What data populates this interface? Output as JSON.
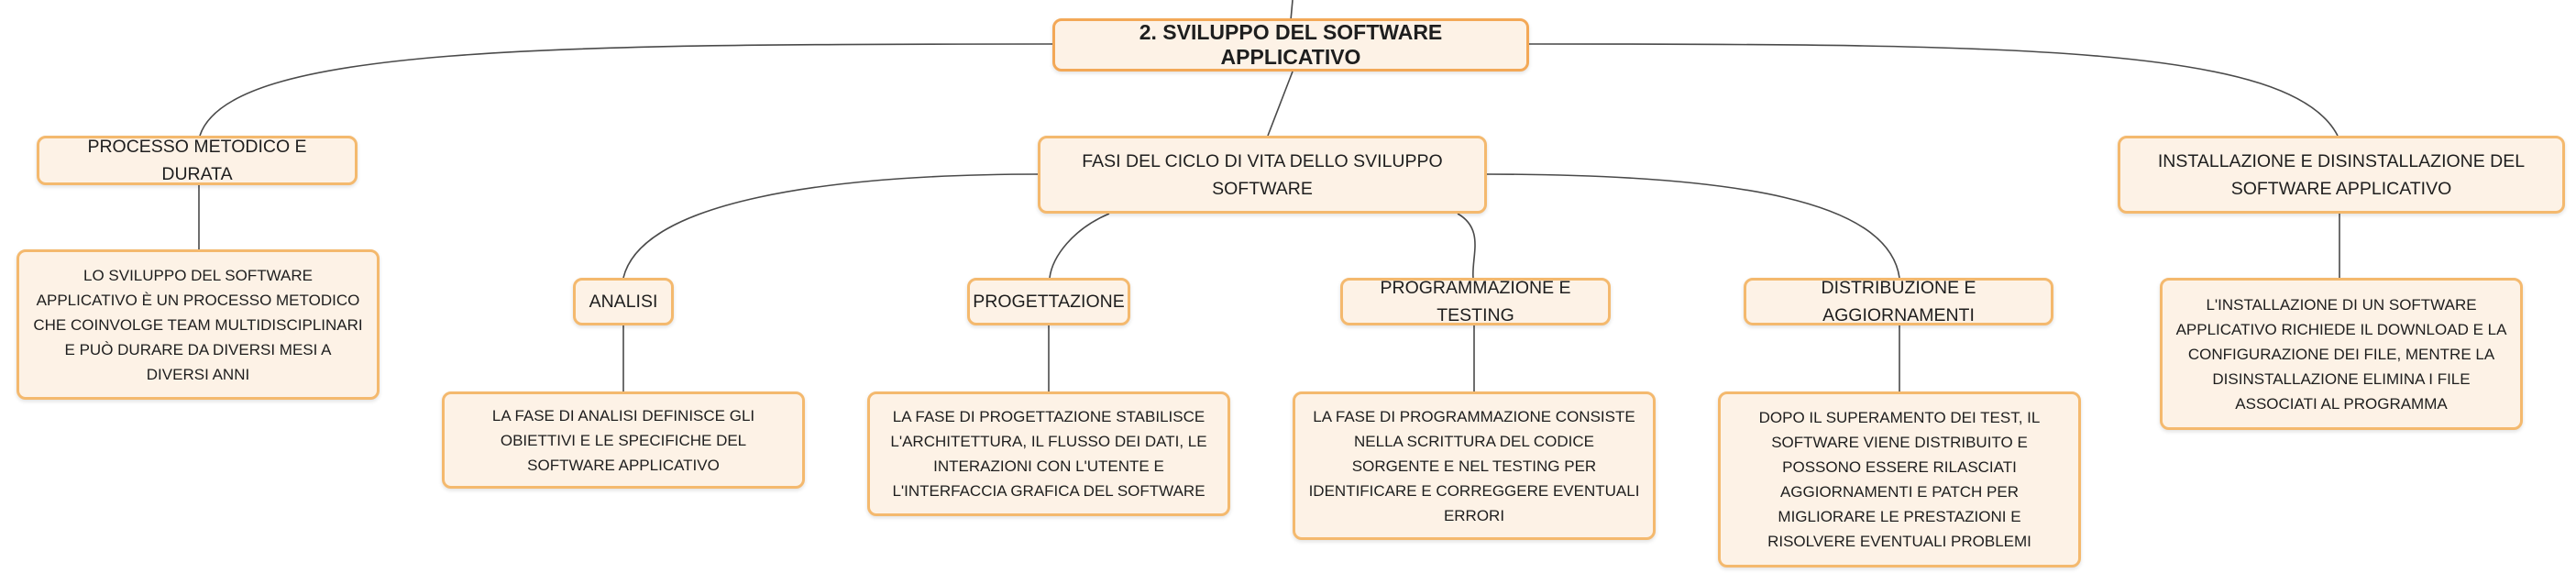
{
  "mindmap": {
    "root": {
      "label": "2. SVILUPPO DEL SOFTWARE APPLICATIVO"
    },
    "branches": [
      {
        "label": "PROCESSO METODICO E DURATA",
        "detail": "LO SVILUPPO DEL SOFTWARE APPLICATIVO È UN PROCESSO METODICO CHE COINVOLGE TEAM MULTIDISCIPLINARI E PUÒ DURARE DA DIVERSI MESI A DIVERSI ANNI"
      },
      {
        "label": "FASI DEL CICLO DI VITA DELLO SVILUPPO SOFTWARE",
        "phases": [
          {
            "label": "ANALISI",
            "detail": "LA FASE DI ANALISI DEFINISCE GLI OBIETTIVI E LE SPECIFICHE DEL SOFTWARE APPLICATIVO"
          },
          {
            "label": "PROGETTAZIONE",
            "detail": "LA FASE DI PROGETTAZIONE STABILISCE L'ARCHITETTURA, IL FLUSSO DEI DATI, LE INTERAZIONI CON L'UTENTE E L'INTERFACCIA GRAFICA DEL SOFTWARE"
          },
          {
            "label": "PROGRAMMAZIONE E TESTING",
            "detail": "LA FASE DI PROGRAMMAZIONE CONSISTE NELLA SCRITTURA DEL CODICE SORGENTE E NEL TESTING PER IDENTIFICARE E CORREGGERE EVENTUALI ERRORI"
          },
          {
            "label": "DISTRIBUZIONE E AGGIORNAMENTI",
            "detail": "DOPO IL SUPERAMENTO DEI TEST, IL SOFTWARE VIENE DISTRIBUITO E POSSONO ESSERE RILASCIATI AGGIORNAMENTI E PATCH PER MIGLIORARE LE PRESTAZIONI E RISOLVERE EVENTUALI PROBLEMI"
          }
        ]
      },
      {
        "label": "INSTALLAZIONE E DISINSTALLAZIONE DEL SOFTWARE APPLICATIVO",
        "detail": "L'INSTALLAZIONE DI UN SOFTWARE APPLICATIVO RICHIEDE IL DOWNLOAD E LA CONFIGURAZIONE DEI FILE, MENTRE LA DISINSTALLAZIONE ELIMINA I FILE ASSOCIATI AL PROGRAMMA"
      }
    ]
  }
}
